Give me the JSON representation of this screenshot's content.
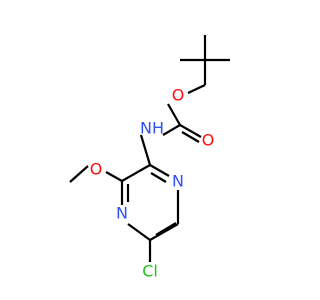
{
  "molecule": {
    "labels": {
      "oxygen_ester": "O",
      "oxygen_carbonyl": "O",
      "nitrogen_amide": "NH",
      "nitrogen_ring_upper": "N",
      "nitrogen_ring_lower": "N",
      "oxygen_methoxy": "O",
      "chlorine": "Cl"
    },
    "colors": {
      "bond": "#000000",
      "oxygen": "#ff0d0d",
      "nitrogen": "#3050f8",
      "chlorine": "#1fc01f"
    }
  }
}
